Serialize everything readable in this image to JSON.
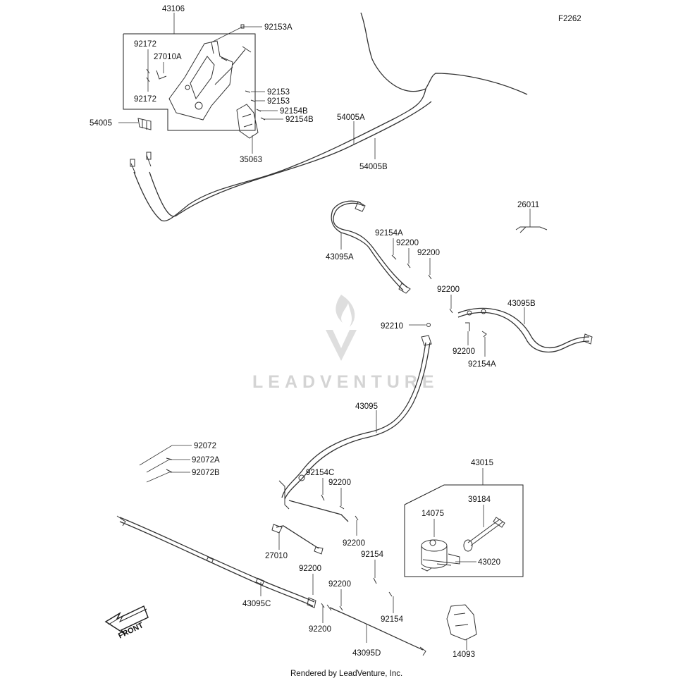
{
  "figure_code": "F2262",
  "watermark": "LEADVENTURE",
  "footer": "Rendered by LeadVenture, Inc.",
  "front_label": "FRONT",
  "part_numbers": {
    "p43106": "43106",
    "p92153A": "92153A",
    "p92172_top": "92172",
    "p27010A": "27010A",
    "p92172_bot": "92172",
    "p92153_1": "92153",
    "p92153_2": "92153",
    "p92154B_1": "92154B",
    "p92154B_2": "92154B",
    "p54005": "54005",
    "p54005A": "54005A",
    "p54005B": "54005B",
    "p35063": "35063",
    "p26011": "26011",
    "p92154A_1": "92154A",
    "p92200_1": "92200",
    "p92200_2": "92200",
    "p43095A": "43095A",
    "p92200_3": "92200",
    "p43095B": "43095B",
    "p92210": "92210",
    "p92200_4": "92200",
    "p92154A_2": "92154A",
    "p43095": "43095",
    "p92072": "92072",
    "p92072A": "92072A",
    "p92072B": "92072B",
    "p43015": "43015",
    "p92154C": "92154C",
    "p92200_5": "92200",
    "p39184": "39184",
    "p14075": "14075",
    "p43020": "43020",
    "p92200_6": "92200",
    "p27010": "27010",
    "p92154_1": "92154",
    "p92200_7": "92200",
    "p92200_8": "92200",
    "p43095C": "43095C",
    "p92154_2": "92154",
    "p92200_9": "92200",
    "p43095D": "43095D",
    "p14093": "14093"
  }
}
